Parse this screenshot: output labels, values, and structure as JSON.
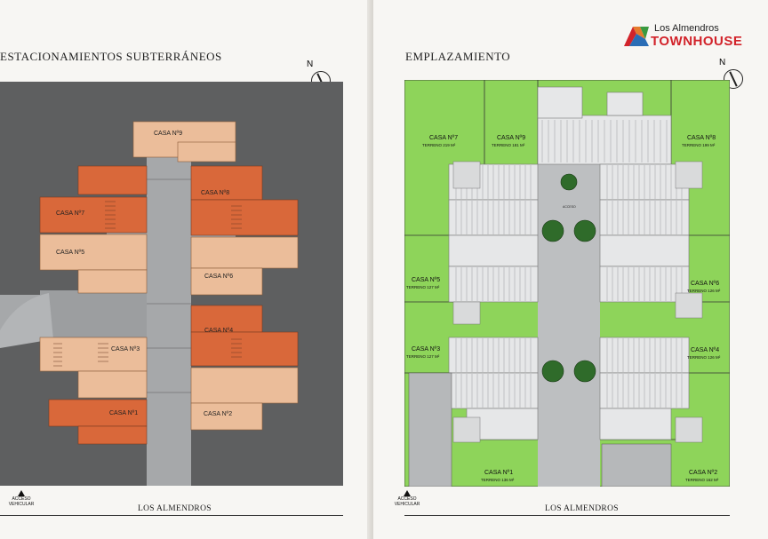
{
  "brand": {
    "line1": "Los Almendros",
    "line2": "TOWNHOUSE",
    "colors": {
      "accent_red": "#d2232a",
      "accent_orange": "#e57b2c",
      "accent_blue": "#2a6db5",
      "accent_green": "#3a9a3f"
    }
  },
  "left_page": {
    "title": "ESTACIONAMIENTOS SUBTERRÁNEOS",
    "compass_label": "N",
    "street_label": "LOS ALMENDROS",
    "access_label_1": "ACCESO",
    "access_label_2": "VEHICULAR",
    "houses": {
      "h9": "CASA Nº9",
      "h8": "CASA Nº8",
      "h7": "CASA Nº7",
      "h5": "CASA Nº5",
      "h6": "CASA Nº6",
      "h4": "CASA Nº4",
      "h3": "CASA Nº3",
      "h1": "CASA Nº1",
      "h2": "CASA Nº2"
    },
    "colors": {
      "ground": "#5e5f60",
      "dark_orange": "#d9683a",
      "light_orange": "#ebbd9a",
      "driveway": "#a6a8aa"
    }
  },
  "right_page": {
    "title": "EMPLAZAMIENTO",
    "compass_label": "N",
    "street_label": "LOS ALMENDROS",
    "access_label_1": "ACCESO",
    "access_label_2": "VEHICULAR",
    "lots": {
      "h7": {
        "name": "CASA Nº7",
        "area": "TERRENO 219 M²"
      },
      "h9": {
        "name": "CASA Nº9",
        "area": "TERRENO 181 M²"
      },
      "h8": {
        "name": "CASA Nº8",
        "area": "TERRENO 199 M²"
      },
      "h5": {
        "name": "CASA Nº5",
        "area": "TERRENO 127 M²"
      },
      "h6": {
        "name": "CASA Nº6",
        "area": "TERRENO 126 M²"
      },
      "h3": {
        "name": "CASA Nº3",
        "area": "TERRENO 127 M²"
      },
      "h4": {
        "name": "CASA Nº4",
        "area": "TERRENO 126 M²"
      },
      "h1": {
        "name": "CASA Nº1",
        "area": "TERRENO 136 M²"
      },
      "h2": {
        "name": "CASA Nº2",
        "area": "TERRENO 162 M²"
      }
    },
    "access_tag": "ACCESO",
    "colors": {
      "lawn": "#8ed45a",
      "roof": "#e6e7e8",
      "path": "#bdbfc1",
      "tree": "#2f6b2a"
    }
  }
}
